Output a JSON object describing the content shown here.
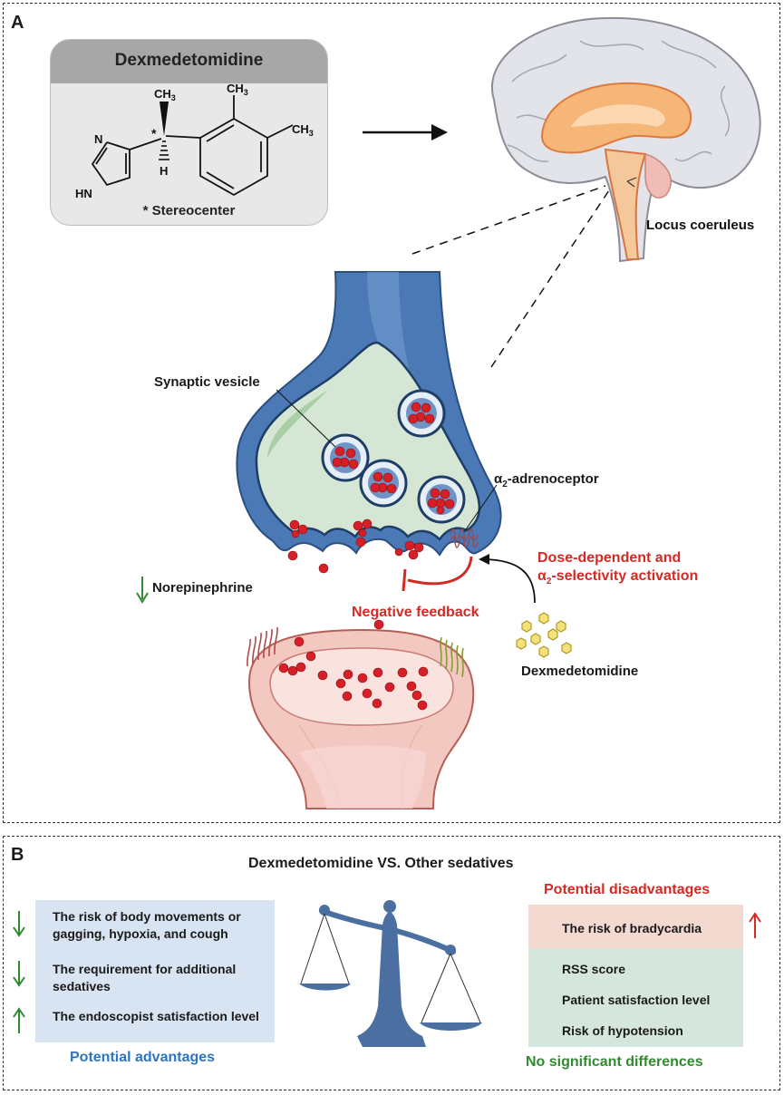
{
  "panel_a": {
    "letter": "A",
    "drug_box": {
      "title": "Dexmedetomidine",
      "stereocenter_note": "* Stereocenter",
      "atoms": {
        "ch3_top": "CH",
        "ch3_top_sub": "3",
        "ch3_ring1": "CH",
        "ch3_ring1_sub": "3",
        "ch3_ring2": "CH",
        "ch3_ring2_sub": "3",
        "n": "N",
        "hn": "HN",
        "h": "H",
        "star": "*"
      }
    },
    "labels": {
      "locus_coeruleus": "Locus coeruleus",
      "synaptic_vesicle": "Synaptic vesicle",
      "alpha2_prefix": "α",
      "alpha2_sub": "2",
      "alpha2_suffix": "-adrenoceptor",
      "norepinephrine": "Norepinephrine",
      "negative_feedback": "Negative feedback",
      "dose_line1": "Dose-dependent and",
      "dose_line2_prefix": "α",
      "dose_line2_sub": "2",
      "dose_line2_suffix": "-selectivity activation",
      "dexmedetomidine": "Dexmedetomidine"
    }
  },
  "panel_b": {
    "letter": "B",
    "title": "Dexmedetomidine VS. Other sedatives",
    "advantages": {
      "heading": "Potential advantages",
      "items": [
        {
          "text": "The risk of body movements or gagging, hypoxia, and cough",
          "direction": "down"
        },
        {
          "text": "The requirement for additional sedatives",
          "direction": "down"
        },
        {
          "text": "The endoscopist satisfaction level",
          "direction": "up"
        }
      ]
    },
    "disadvantages": {
      "heading": "Potential disadvantages",
      "items": [
        {
          "text": "The risk of bradycardia",
          "direction": "up"
        }
      ]
    },
    "no_difference": {
      "heading": "No significant differences",
      "items": [
        "RSS score",
        "Patient satisfaction level",
        "Risk of hypotension"
      ]
    }
  },
  "colors": {
    "red_accent": "#d42a24",
    "green_arrow": "#2e8b2e",
    "blue_heading": "#2f74c0",
    "advantage_box": "#d8e4f2",
    "disadvantage_box": "#f3d9d0",
    "no_diff_box": "#d5e7dc",
    "neuron_blue": "#4a79b5",
    "synapse_fill": "#d5e6d5",
    "receptor_fill": "#f1cccc",
    "vesicle_red": "#d61f26",
    "drug_yellow": "#f3e27a"
  }
}
